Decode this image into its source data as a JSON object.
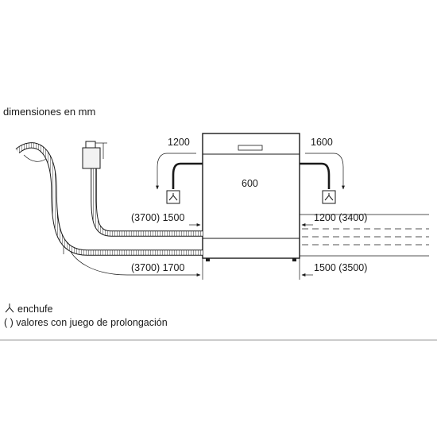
{
  "title": "dimensiones en mm",
  "legend": {
    "socket": "enchufe",
    "parentheses": "( ) valores con juego de prolongación"
  },
  "dimensions": {
    "width": "600",
    "left_height": "1200",
    "right_height": "1600",
    "left_upper": "(3700) 1500",
    "left_lower": "(3700) 1700",
    "right_upper": "1200 (3400)",
    "right_lower": "1500 (3500)"
  },
  "icons": {
    "socket_symbol": "socket-icon",
    "tap_symbol": "water-tap-icon"
  },
  "colors": {
    "line": "#1a1a1a",
    "hose_fill": "#f2f2f2",
    "divider": "#999999"
  }
}
